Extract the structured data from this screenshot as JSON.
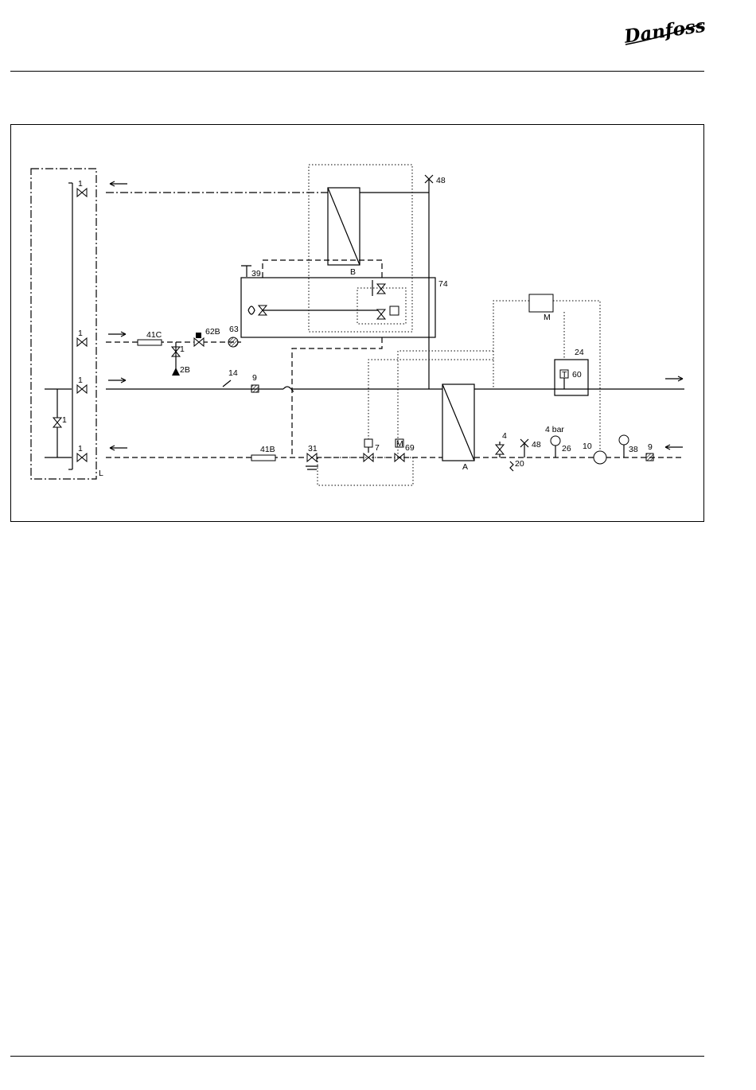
{
  "brand": {
    "logo_text": "Danfoss"
  },
  "labels": {
    "valve_1": "1",
    "l41c": "41C",
    "l62b": "62B",
    "l63": "63",
    "l2b": "2B",
    "l14": "14",
    "l9": "9",
    "l41b": "41B",
    "l31": "31",
    "l7": "7",
    "l69": "69",
    "lM": "M",
    "l48": "48",
    "lB": "B",
    "l39": "39",
    "l74": "74",
    "lA": "A",
    "l4": "4",
    "l20": "20",
    "l4bar": "4 bar",
    "l26": "26",
    "l10": "10",
    "l38": "38",
    "l24": "24",
    "l60": "60",
    "lT": "T",
    "lL": "L"
  }
}
